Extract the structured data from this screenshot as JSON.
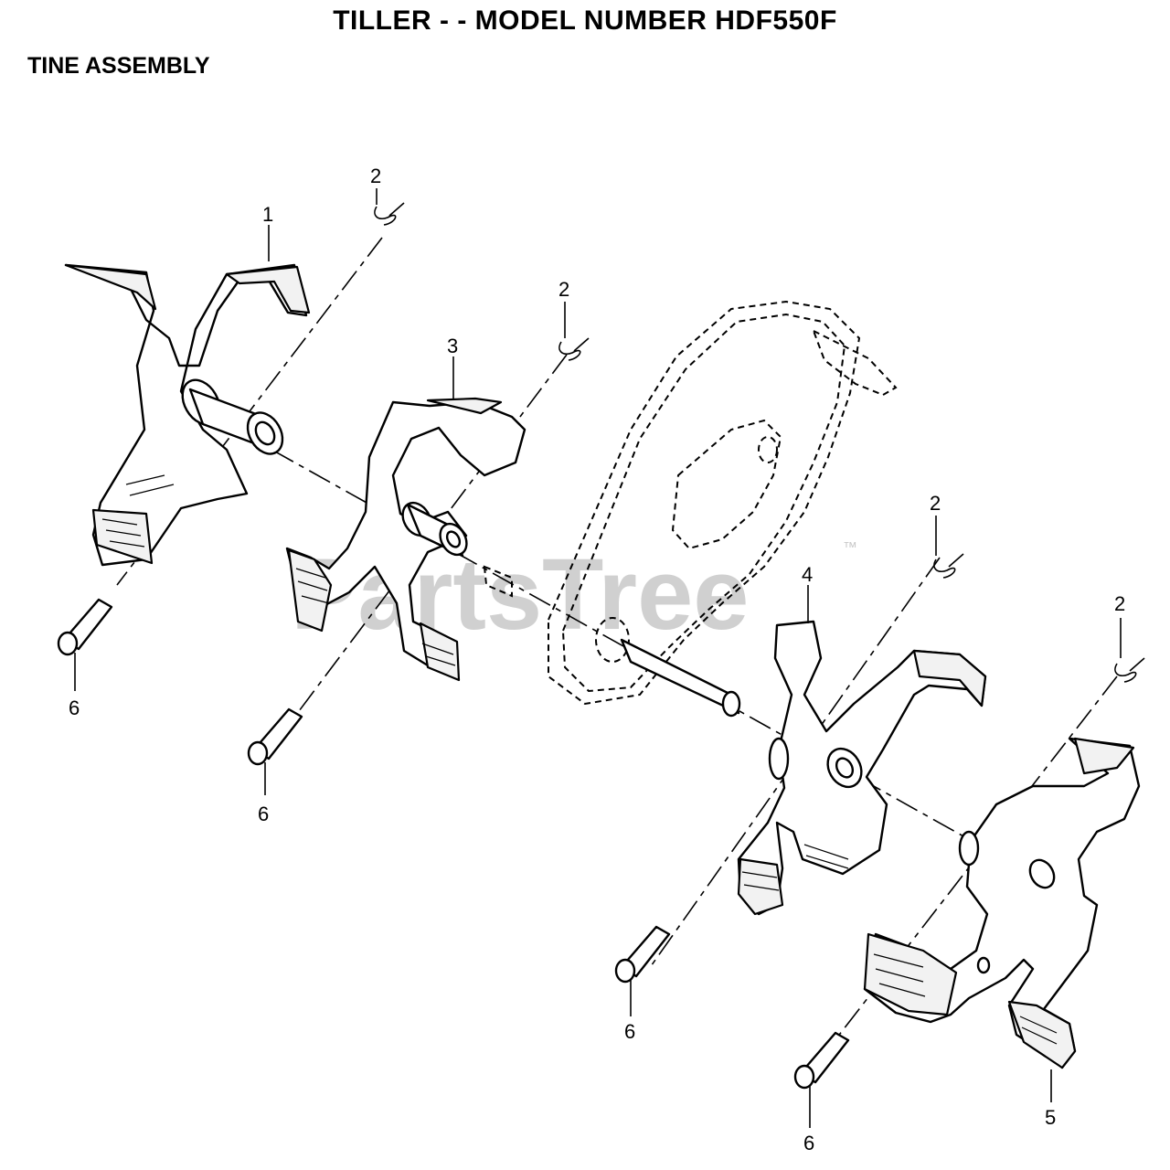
{
  "header": {
    "title": "TILLER - - MODEL NUMBER HDF550F",
    "subtitle": "TINE ASSEMBLY"
  },
  "watermark": {
    "text": "PartsTree",
    "trademark": "™"
  },
  "callouts": {
    "tine_left_outer": "1",
    "clip_a": "2",
    "clip_b": "2",
    "clip_c": "2",
    "clip_d": "2",
    "tine_left_inner": "3",
    "tine_right_inner": "4",
    "tine_right_outer": "5",
    "pin_a": "6",
    "pin_b": "6",
    "pin_c": "6",
    "pin_d": "6"
  }
}
